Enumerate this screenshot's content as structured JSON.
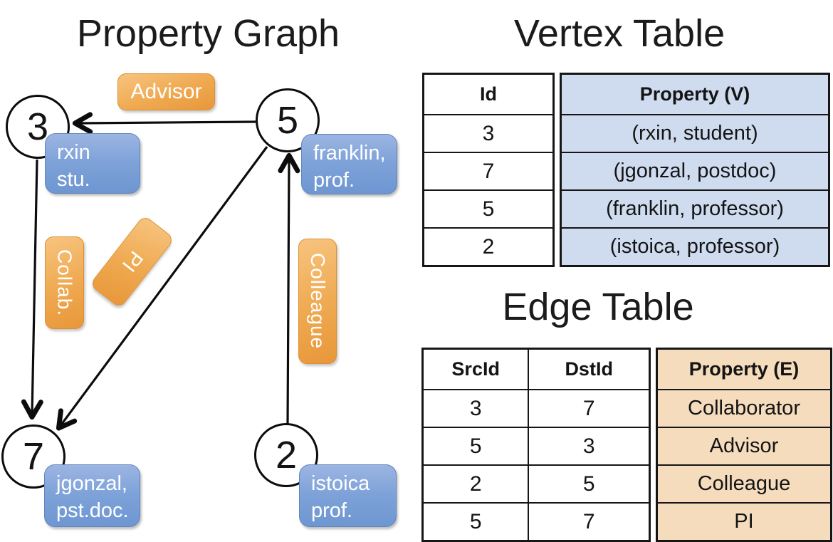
{
  "graph": {
    "title": "Property Graph",
    "nodes": [
      {
        "id": "3",
        "property_line1": "rxin",
        "property_line2": "stu."
      },
      {
        "id": "5",
        "property_line1": "franklin,",
        "property_line2": "prof."
      },
      {
        "id": "7",
        "property_line1": "jgonzal,",
        "property_line2": "pst.doc."
      },
      {
        "id": "2",
        "property_line1": "istoica",
        "property_line2": "prof."
      }
    ],
    "edge_labels": {
      "advisor": "Advisor",
      "collab": "Collab.",
      "pi": "PI",
      "colleague": "Colleague"
    }
  },
  "vertex_table": {
    "title": "Vertex Table",
    "columns": {
      "id": "Id",
      "property": "Property (V)"
    },
    "rows": [
      {
        "id": "3",
        "property": "(rxin, student)"
      },
      {
        "id": "7",
        "property": "(jgonzal, postdoc)"
      },
      {
        "id": "5",
        "property": "(franklin, professor)"
      },
      {
        "id": "2",
        "property": "(istoica, professor)"
      }
    ]
  },
  "edge_table": {
    "title": "Edge Table",
    "columns": {
      "src": "SrcId",
      "dst": "DstId",
      "property": "Property (E)"
    },
    "rows": [
      {
        "src": "3",
        "dst": "7",
        "property": "Collaborator"
      },
      {
        "src": "5",
        "dst": "3",
        "property": "Advisor"
      },
      {
        "src": "2",
        "dst": "5",
        "property": "Colleague"
      },
      {
        "src": "5",
        "dst": "7",
        "property": "PI"
      }
    ]
  },
  "colors": {
    "edge_label_orange": "#efa950",
    "vertex_box_blue": "#7fa3d9",
    "vertex_table_fill": "#cfdcf0",
    "edge_table_fill": "#f5dcbd",
    "line_black": "#0c0c0c"
  }
}
